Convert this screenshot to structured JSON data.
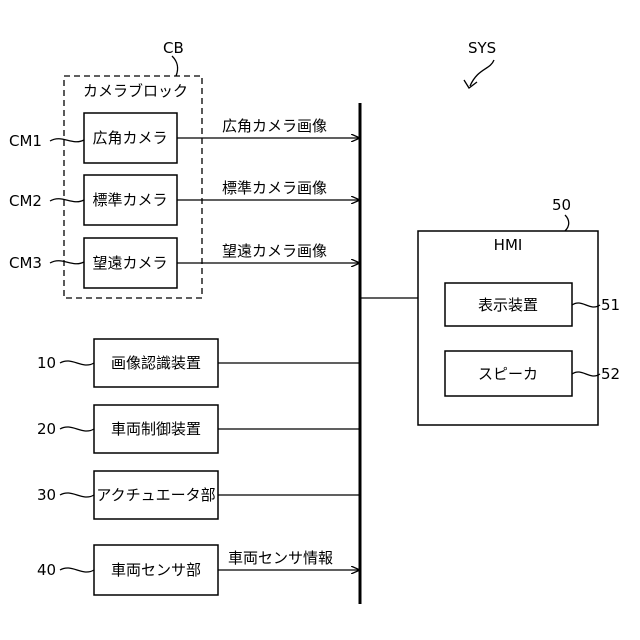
{
  "system": {
    "label": "SYS"
  },
  "camera_block": {
    "ref": "CB",
    "label": "カメラブロック"
  },
  "cameras": [
    {
      "ref": "CM1",
      "label": "広角カメラ",
      "output": "広角カメラ画像"
    },
    {
      "ref": "CM2",
      "label": "標準カメラ",
      "output": "標準カメラ画像"
    },
    {
      "ref": "CM3",
      "label": "望遠カメラ",
      "output": "望遠カメラ画像"
    }
  ],
  "units": [
    {
      "ref": "10",
      "label": "画像認識装置",
      "output": ""
    },
    {
      "ref": "20",
      "label": "車両制御装置",
      "output": ""
    },
    {
      "ref": "30",
      "label": "アクチュエータ部",
      "output": ""
    },
    {
      "ref": "40",
      "label": "車両センサ部",
      "output": "車両センサ情報"
    }
  ],
  "hmi": {
    "ref": "50",
    "label": "HMI",
    "items": [
      {
        "ref": "51",
        "label": "表示装置"
      },
      {
        "ref": "52",
        "label": "スピーカ"
      }
    ]
  }
}
